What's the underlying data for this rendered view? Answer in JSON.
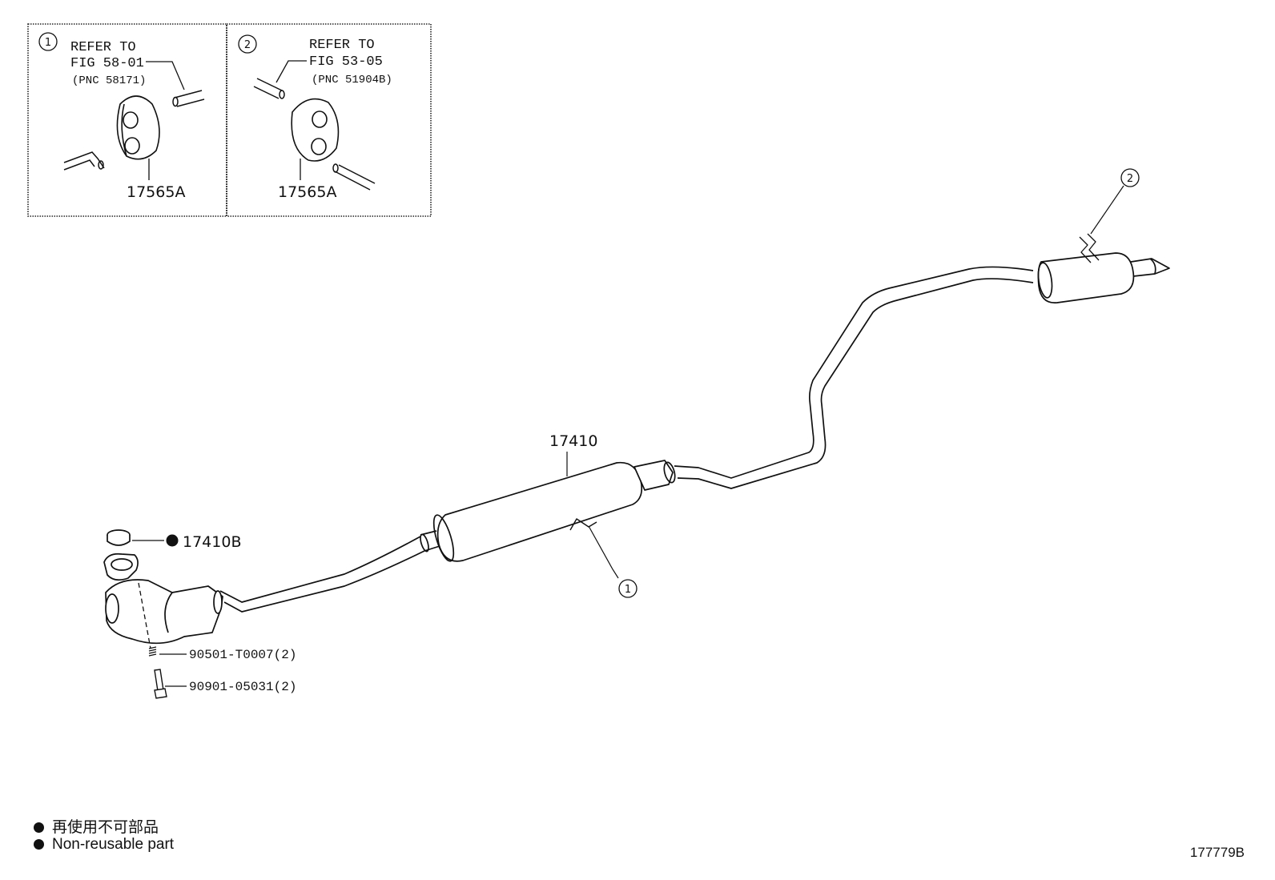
{
  "insets": [
    {
      "callout": "1",
      "lines": [
        "REFER TO",
        "FIG 58-01",
        "(PNC 58171)"
      ],
      "part": "17565A"
    },
    {
      "callout": "2",
      "lines": [
        "REFER TO",
        "FIG 53-05",
        "(PNC 51904B)"
      ],
      "part": "17565A"
    }
  ],
  "callouts": {
    "one": "1",
    "two": "2"
  },
  "parts": {
    "main_pipe": "17410",
    "gasket": "17410B",
    "spring": "90501-T0007(2)",
    "bolt": "90901-05031(2)"
  },
  "legend": {
    "japanese": "再使用不可部品",
    "english": "Non-reusable part"
  },
  "figure_id": "177779B",
  "colors": {
    "ink": "#111111",
    "background": "#ffffff"
  }
}
